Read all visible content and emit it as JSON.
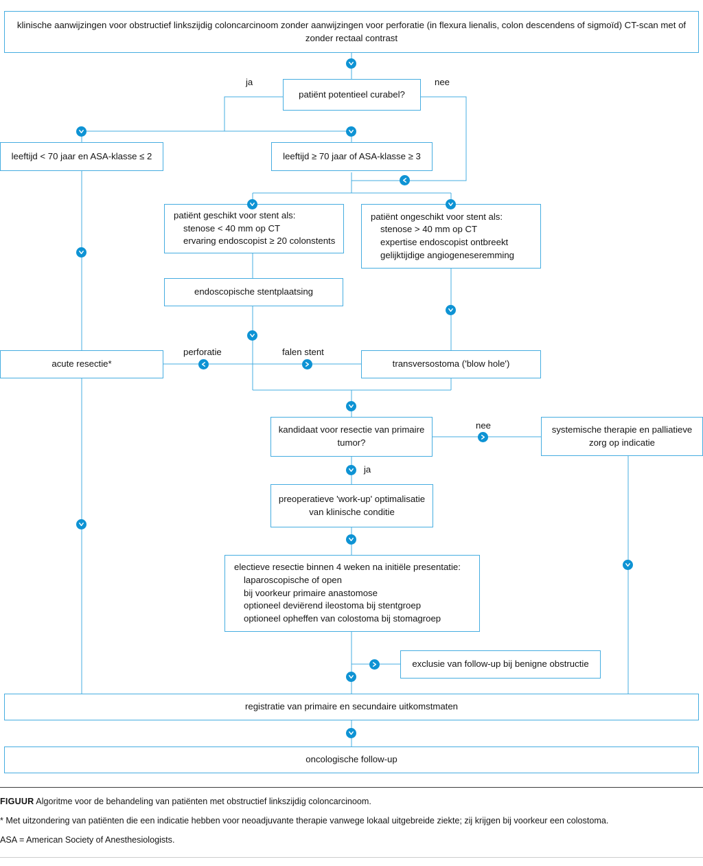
{
  "figure": {
    "title_label": "FIGUUR",
    "title_text": "Algoritme voor de behandeling van patiënten met obstructief linkszijdig coloncarcinoom.",
    "footnote_asterisk": "* Met uitzondering van patiënten die een indicatie hebben voor neoadjuvante therapie vanwege lokaal uitgebreide ziekte; zij krijgen bij voorkeur een colostoma.",
    "abbreviation": "ASA = American Society of Anesthesiologists."
  },
  "colors": {
    "box_border": "#44ace0",
    "wire": "#44ace0",
    "marker_fill": "#0e93d4",
    "marker_glyph": "#ffffff",
    "text": "#141414",
    "background": "#ffffff"
  },
  "nodes": {
    "start": {
      "name": "clinical-indications-box",
      "line1": "klinische aanwijzingen voor obstructief linkszijdig coloncarcinoom zonder aanwijzingen voor perforatie",
      "line2": "(in flexura lienalis, colon descendens of sigmoïd) CT-scan met of zonder rectaal contrast"
    },
    "curable": {
      "name": "potentially-curable-decision",
      "text": "patiënt potentieel curabel?"
    },
    "young_fit": {
      "name": "age-under-70-box",
      "text": "leeftijd < 70 jaar en ASA-klasse ≤ 2"
    },
    "old_unfit": {
      "name": "age-over-70-box",
      "text": "leeftijd ≥ 70 jaar of ASA-klasse ≥ 3"
    },
    "stent_suitable": {
      "name": "stent-suitable-box",
      "heading": "patiënt geschikt voor stent als:",
      "items": [
        "stenose < 40 mm op CT",
        "ervaring endoscopist ≥ 20 colonstents"
      ]
    },
    "stent_unsuitable": {
      "name": "stent-unsuitable-box",
      "heading": "patiënt ongeschikt voor stent als:",
      "items": [
        "stenose > 40 mm op CT",
        "expertise endoscopist ontbreekt",
        "gelijktijdige angiogeneseremming"
      ]
    },
    "stent_placement": {
      "name": "endoscopic-stent-placement-box",
      "text": "endoscopische stentplaatsing"
    },
    "acute_resection": {
      "name": "acute-resection-box",
      "text": "acute resectie*"
    },
    "transversostoma": {
      "name": "transversostoma-box",
      "text": "transversostoma ('blow hole')"
    },
    "resection_candidate": {
      "name": "resection-candidate-decision",
      "line1": "kandidaat voor resectie",
      "line2": "van primaire tumor?"
    },
    "systemic_therapy": {
      "name": "systemic-therapy-box",
      "line1": "systemische therapie en",
      "line2": "palliatieve zorg op indicatie"
    },
    "preop": {
      "name": "preoperative-workup-box",
      "line1": "preoperatieve 'work-up'",
      "line2": "optimalisatie van klinische conditie"
    },
    "elective": {
      "name": "elective-resection-box",
      "heading": "electieve resectie binnen 4 weken na initiële presentatie:",
      "items": [
        "laparoscopische of open",
        "bij voorkeur primaire anastomose",
        "optioneel deviërend ileostoma bij stentgroep",
        "optioneel opheffen van colostoma bij stomagroep"
      ]
    },
    "exclusion": {
      "name": "benign-obstruction-exclusion-box",
      "text": "exclusie van follow-up bij benigne obstructie"
    },
    "registration": {
      "name": "outcome-registration-box",
      "text": "registratie van primaire en secundaire uitkomstmaten"
    },
    "followup": {
      "name": "oncological-followup-box",
      "text": "oncologische follow-up"
    }
  },
  "edge_labels": {
    "curable_yes": "ja",
    "curable_no": "nee",
    "perforation": "perforatie",
    "stent_failure": "falen stent",
    "resection_no": "nee",
    "resection_yes": "ja"
  }
}
